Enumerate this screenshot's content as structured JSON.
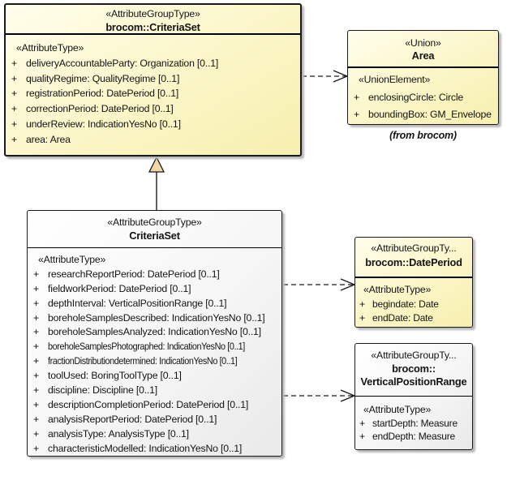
{
  "colors": {
    "class_yellow": "#F7EFAE",
    "class_yellow_light": "#FFFEEC",
    "class_gray": "#E9E9E9",
    "class_white": "#FFFFFF",
    "border": "#1A1A1A",
    "shadow": "#B9B9B9",
    "triangle_fill": "#F2D7A5",
    "text": "#141414"
  },
  "classes": [
    {
      "stereotype": "«AttributeGroupType»",
      "name": "brocom::CriteriaSet",
      "attr_header": "«AttributeType»",
      "attributes": [
        {
          "v": "+",
          "t": "deliveryAccountableParty: Organization [0..1]"
        },
        {
          "v": "+",
          "t": "qualityRegime: QualityRegime [0..1]"
        },
        {
          "v": "+",
          "t": "registrationPeriod: DatePeriod [0..1]"
        },
        {
          "v": "+",
          "t": "correctionPeriod: DatePeriod [0..1]"
        },
        {
          "v": "+",
          "t": "underReview: IndicationYesNo [0..1]"
        },
        {
          "v": "+",
          "t": "area: Area"
        }
      ]
    },
    {
      "stereotype": "«Union»",
      "name": "Area",
      "attr_header": "«UnionElement»",
      "attributes": [
        {
          "v": "+",
          "t": "enclosingCircle: Circle"
        },
        {
          "v": "+",
          "t": "boundingBox: GM_Envelope"
        }
      ],
      "caption": "(from brocom)"
    },
    {
      "stereotype": "«AttributeGroupType»",
      "name": "CriteriaSet",
      "attr_header": "«AttributeType»",
      "attributes": [
        {
          "v": "+",
          "t": "researchReportPeriod: DatePeriod [0..1]"
        },
        {
          "v": "+",
          "t": "fieldworkPeriod: DatePeriod [0..1]"
        },
        {
          "v": "+",
          "t": "depthInterval: VerticalPositionRange [0..1]"
        },
        {
          "v": "+",
          "t": "boreholeSamplesDescribed: IndicationYesNo [0..1]"
        },
        {
          "v": "+",
          "t": "boreholeSamplesAnalyzed: IndicationYesNo [0..1]"
        },
        {
          "v": "+",
          "t": "boreholeSamplesPhotographed: IndicationYesNo [0..1]"
        },
        {
          "v": "+",
          "t": "fractionDistributiondetermined: IndicationYesNo [0..1]"
        },
        {
          "v": "+",
          "t": "toolUsed: BoringToolType [0..1]"
        },
        {
          "v": "+",
          "t": "discipline: Discipline [0..1]"
        },
        {
          "v": "+",
          "t": "descriptionCompletionPeriod: DatePeriod [0..1]"
        },
        {
          "v": "+",
          "t": "analysisReportPeriod: DatePeriod [0..1]"
        },
        {
          "v": "+",
          "t": "analysisType: AnalysisType [0..1]"
        },
        {
          "v": "+",
          "t": "characteristicModelled: IndicationYesNo [0..1]"
        }
      ]
    },
    {
      "stereotype": "«AttributeGroupTy...",
      "name": "brocom::DatePeriod",
      "attr_header": "«AttributeType»",
      "attributes": [
        {
          "v": "+",
          "t": "begindate: Date"
        },
        {
          "v": "+",
          "t": "endDate: Date"
        }
      ]
    },
    {
      "stereotype": "«AttributeGroupTy...",
      "name_line1": "brocom::",
      "name_line2": "VerticalPositionRange",
      "attr_header": "«AttributeType»",
      "attributes": [
        {
          "v": "+",
          "t": "startDepth: Measure"
        },
        {
          "v": "+",
          "t": "endDepth: Measure"
        }
      ]
    }
  ],
  "connectors": [
    {
      "type": "dependency",
      "style": "dashed-open-arrow",
      "from": "brocom::CriteriaSet",
      "to": "Area"
    },
    {
      "type": "generalization",
      "style": "solid-triangle",
      "from": "CriteriaSet",
      "to": "brocom::CriteriaSet"
    },
    {
      "type": "dependency",
      "style": "dashed-open-arrow",
      "from": "CriteriaSet",
      "to": "brocom::DatePeriod"
    },
    {
      "type": "dependency",
      "style": "dashed-open-arrow",
      "from": "CriteriaSet",
      "to": "brocom::VerticalPositionRange"
    }
  ]
}
